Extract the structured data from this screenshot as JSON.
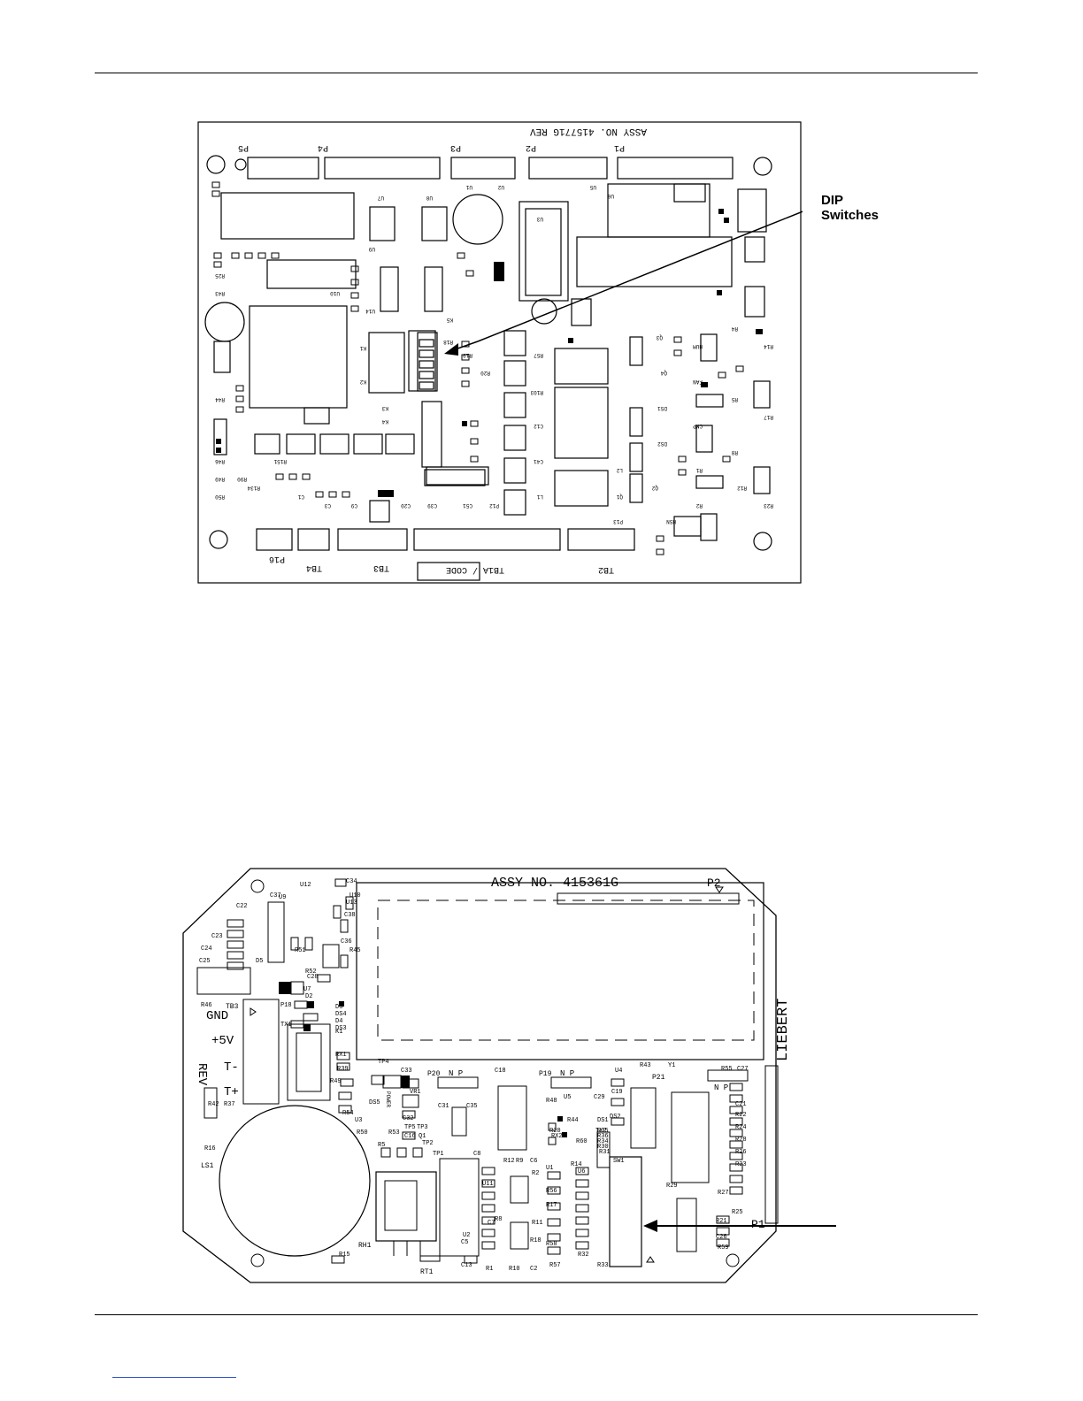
{
  "figure_top": {
    "callout_line1": "DIP",
    "callout_line2": "Switches",
    "board_assy_text": "ASSY NO. 415771G REV",
    "connector_labels": [
      "P5",
      "P4",
      "P3",
      "P2",
      "P1"
    ],
    "terminal_labels": [
      "P16",
      "TB4",
      "TB3",
      "TB1A / CODE",
      "TB2"
    ],
    "component_labels": [
      "U1",
      "U2",
      "U3",
      "U5",
      "U6",
      "U7",
      "U8",
      "U9",
      "U10",
      "U14",
      "K1",
      "K2",
      "K3",
      "K4",
      "K5",
      "R18",
      "R19",
      "R20",
      "R57",
      "R103",
      "C12",
      "C41",
      "L1",
      "L2",
      "Q1",
      "Q2",
      "Q3",
      "Q4",
      "DS1",
      "DS2",
      "HUM",
      "FAN",
      "CMP",
      "R1",
      "R2",
      "R4",
      "R5",
      "R8",
      "R12",
      "R14",
      "R17",
      "R23",
      "R25",
      "R43",
      "R44",
      "R46",
      "R49",
      "R50",
      "R90",
      "R134",
      "R151",
      "C1",
      "C3",
      "C9",
      "C20",
      "C39",
      "C51",
      "P12",
      "P13",
      "HSN"
    ]
  },
  "figure_bottom": {
    "board_assy_text": "ASSY NO. 415361G",
    "brand_text": "LIEBERT",
    "connector_p2": "P2",
    "connector_p1": "P1",
    "tb_labels": [
      "GND",
      "+5V",
      "T-",
      "T+"
    ],
    "rev_text": "REV",
    "tb_name": "TB3",
    "p_headers": [
      "P20",
      "P19",
      "P21"
    ],
    "np_text": "N P",
    "power_text": "POWER",
    "sw_label": "SW1",
    "rt_label": "RT1",
    "rh_label": "RH1",
    "ls_label": "LS1",
    "component_labels": [
      "U12",
      "C34",
      "C37",
      "U9",
      "C22",
      "C23",
      "C24",
      "C25",
      "D5",
      "R51",
      "R52",
      "C28",
      "C38",
      "U13",
      "U10",
      "C36",
      "R45",
      "U7",
      "D2",
      "R46",
      "P18",
      "D3",
      "DS4",
      "TX1",
      "D4",
      "DS3",
      "K1",
      "RX1",
      "R39",
      "R49",
      "TP4",
      "C33",
      "VR1",
      "C18",
      "C31",
      "C35",
      "R54",
      "U3",
      "C32",
      "R50",
      "R53",
      "TP5",
      "TP3",
      "R5",
      "C16",
      "Q1",
      "TP2",
      "TP1",
      "C8",
      "R12",
      "R9",
      "C6",
      "U11",
      "R2",
      "U1",
      "R14",
      "R56",
      "R8",
      "R17",
      "C7",
      "R11",
      "R18",
      "U2",
      "C5",
      "C13",
      "R1",
      "R10",
      "C2",
      "R58",
      "R57",
      "R15",
      "R16",
      "R42",
      "R37",
      "U5",
      "C29",
      "R48",
      "R44",
      "DS1",
      "RX2",
      "R60",
      "TX2",
      "DS2",
      "R43",
      "Y1",
      "U4",
      "C19",
      "C27",
      "R55",
      "C21",
      "R22",
      "R24",
      "R28",
      "R26",
      "R23",
      "R27",
      "R25",
      "R21",
      "C26",
      "R59",
      "R29",
      "U6",
      "R32",
      "R33",
      "R35",
      "R36",
      "R34",
      "R30",
      "R31",
      "R20",
      "DS5"
    ]
  }
}
